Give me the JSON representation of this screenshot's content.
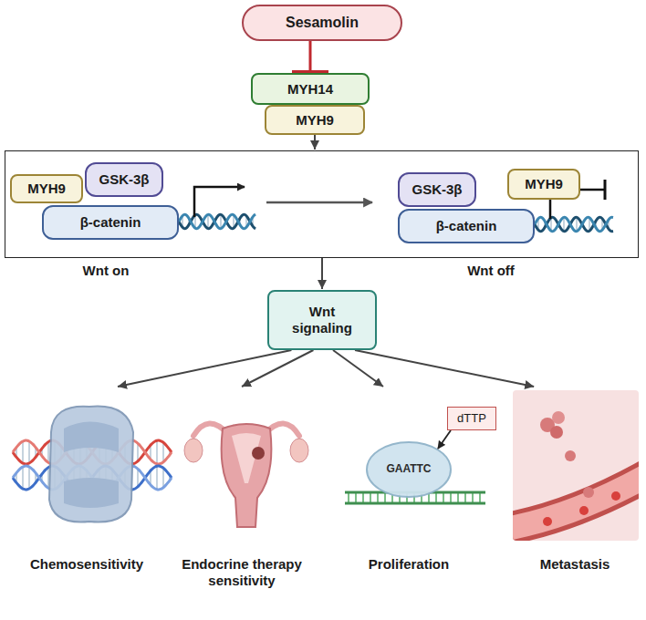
{
  "diagram": {
    "nodes": [
      {
        "text": [
          "Sesamolin"
        ]
      },
      {
        "text": [
          "MYH14"
        ]
      },
      {
        "text": [
          "MYH9"
        ]
      },
      {
        "text": [
          "Wnt on",
          "Wnt off"
        ]
      },
      {
        "text": [
          "MYH9"
        ],
        "in": 3
      },
      {
        "text": [
          "GSK-3β"
        ],
        "in": 3
      },
      {
        "text": [
          "β-catenin"
        ],
        "in": 3
      },
      {
        "text": [
          "GSK-3β"
        ],
        "in": 3
      },
      {
        "text": [
          "MYH9"
        ],
        "in": 3
      },
      {
        "text": [
          "β-catenin"
        ],
        "in": 3
      },
      {
        "text": [
          "Wnt signaling"
        ]
      },
      {
        "text": [
          "Chemosensitivity"
        ]
      },
      {
        "text": [
          "Endocrine therapy sensitivity"
        ]
      },
      {
        "text": [
          "Proliferation"
        ]
      },
      {
        "text": [
          "dTTP"
        ],
        "in": 13
      },
      {
        "text": [
          "Metastasis"
        ]
      }
    ],
    "edges": [
      {
        "from": 0,
        "to": 1,
        "arrow": "to"
      },
      {
        "from": 2,
        "to": 3,
        "arrow": "to"
      },
      {
        "from": 3,
        "to": 10,
        "arrow": "to"
      },
      {
        "from": 10,
        "to": 11,
        "arrow": "to"
      },
      {
        "from": 10,
        "to": 12,
        "arrow": "to"
      },
      {
        "from": 10,
        "to": 13,
        "arrow": "to"
      },
      {
        "from": 10,
        "to": 15,
        "arrow": "to"
      }
    ],
    "labels": [
      "GAATTC"
    ]
  }
}
